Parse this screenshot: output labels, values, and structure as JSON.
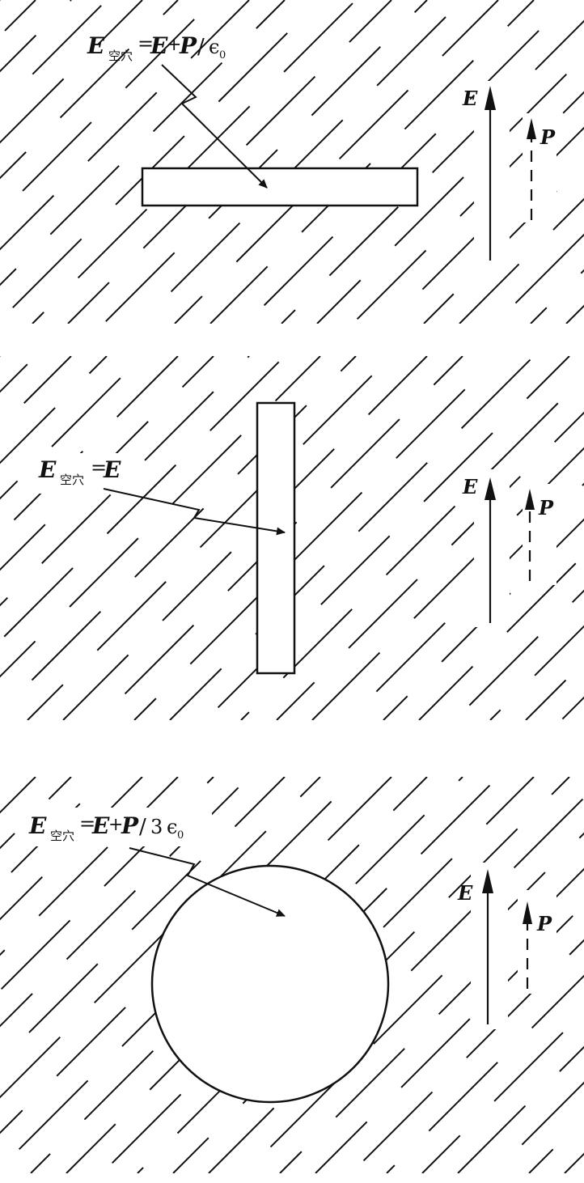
{
  "panels": [
    {
      "id": "flat-slot",
      "cavity": "horizontal-slab",
      "label": {
        "E": "E",
        "sub": "空穴",
        "eq": "=",
        "rhs_E": "E",
        "plus": "+",
        "rhs_P": "P",
        "slash": "/",
        "coef": "",
        "eps": "ϵ",
        "eps_sub": "0"
      },
      "field_label": "E",
      "polarization_label": "P"
    },
    {
      "id": "needle",
      "cavity": "vertical-slab",
      "label": {
        "E": "E",
        "sub": "空穴",
        "eq": "=",
        "rhs_E": "E"
      },
      "field_label": "E",
      "polarization_label": "P"
    },
    {
      "id": "sphere",
      "cavity": "circle",
      "label": {
        "E": "E",
        "sub": "空穴",
        "eq": "=",
        "rhs_E": "E",
        "plus": "+",
        "rhs_P": "P",
        "slash": "/",
        "coef": "3",
        "eps": "ϵ",
        "eps_sub": "0"
      },
      "field_label": "E",
      "polarization_label": "P"
    }
  ],
  "colors": {
    "ink": "#111111",
    "paper": "#ffffff"
  }
}
